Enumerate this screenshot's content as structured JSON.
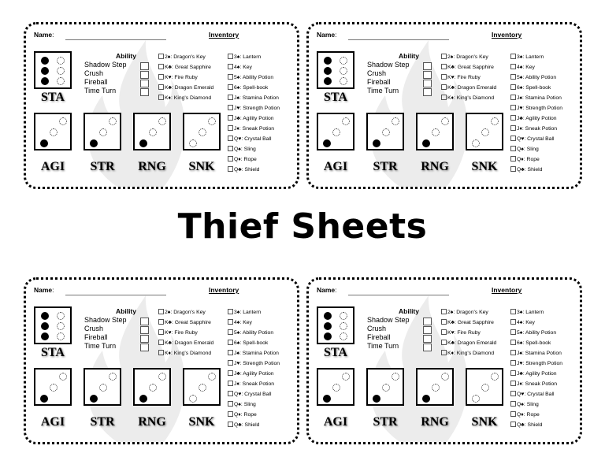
{
  "title": "Thief Sheets",
  "sheet": {
    "name_label": "Name",
    "name_colon": ":",
    "inventory_title": "Inventory",
    "ability_title": "Ability",
    "abilities": [
      "Shadow Step",
      "Crush",
      "Fireball",
      "Time Turn"
    ],
    "stats": {
      "sta": "STA",
      "agi": "AGI",
      "str": "STR",
      "rng": "RNG",
      "snk": "SNK"
    },
    "inventory_col1": [
      {
        "card": "2♠",
        "item": "Dragon's Key"
      },
      {
        "card": "K♣",
        "item": "Great Sapphire"
      },
      {
        "card": "K♥",
        "item": "Fire Ruby"
      },
      {
        "card": "K♣",
        "item": "Dragon Emerald"
      },
      {
        "card": "K♦",
        "item": "King's Diamond"
      }
    ],
    "inventory_col2": [
      {
        "card": "3♠",
        "item": "Lantern"
      },
      {
        "card": "4♠",
        "item": "Key"
      },
      {
        "card": "5♠",
        "item": "Ability Potion"
      },
      {
        "card": "6♠",
        "item": "Spell-book"
      },
      {
        "card": "J♠",
        "item": "Stamina Potion"
      },
      {
        "card": "J♥",
        "item": "Strength Potion"
      },
      {
        "card": "J♣",
        "item": "Agility Potion"
      },
      {
        "card": "J♦",
        "item": "Sneak Potion"
      },
      {
        "card": "Q♥",
        "item": "Crystal Ball"
      },
      {
        "card": "Q♠",
        "item": "Sling"
      },
      {
        "card": "Q♦",
        "item": "Rope"
      },
      {
        "card": "Q♣",
        "item": "Shield"
      }
    ]
  }
}
